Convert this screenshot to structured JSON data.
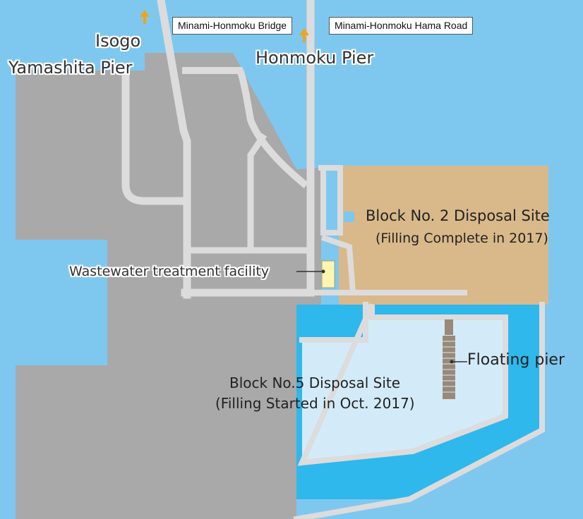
{
  "colors": {
    "sea": "#7ec8ef",
    "land": "#a9a9a9",
    "road": "#dcdcdc",
    "block2": "#d9b98a",
    "block5_water": "#2fb8ec",
    "block5_fill": "#d3ebf9",
    "facility": "#fdf5b0",
    "pier": "#9a8978",
    "arrow": "#f0a416",
    "legend_square": "#7ec8ef"
  },
  "labels": {
    "isogo": "Isogo",
    "yamashita_pier": "Yamashita Pier",
    "minami_honmoku_bridge": "Minami-Honmoku Bridge",
    "minami_honmoku_hama_road": "Minami-Honmoku Hama Road",
    "honmoku_pier": "Honmoku Pier",
    "block2_line1": "Block No. 2 Disposal Site",
    "block2_line2": "(Filling Complete in 2017)",
    "wastewater": "Wastewater treatment facility",
    "floating_pier": "Floating pier",
    "block5_line1": "Block No.5 Disposal Site",
    "block5_line2": "(Filling Started in Oct. 2017)"
  },
  "icons": [
    "north-arrow-icon",
    "legend-square-icon",
    "floating-pier-icon",
    "leader-line-icon"
  ]
}
